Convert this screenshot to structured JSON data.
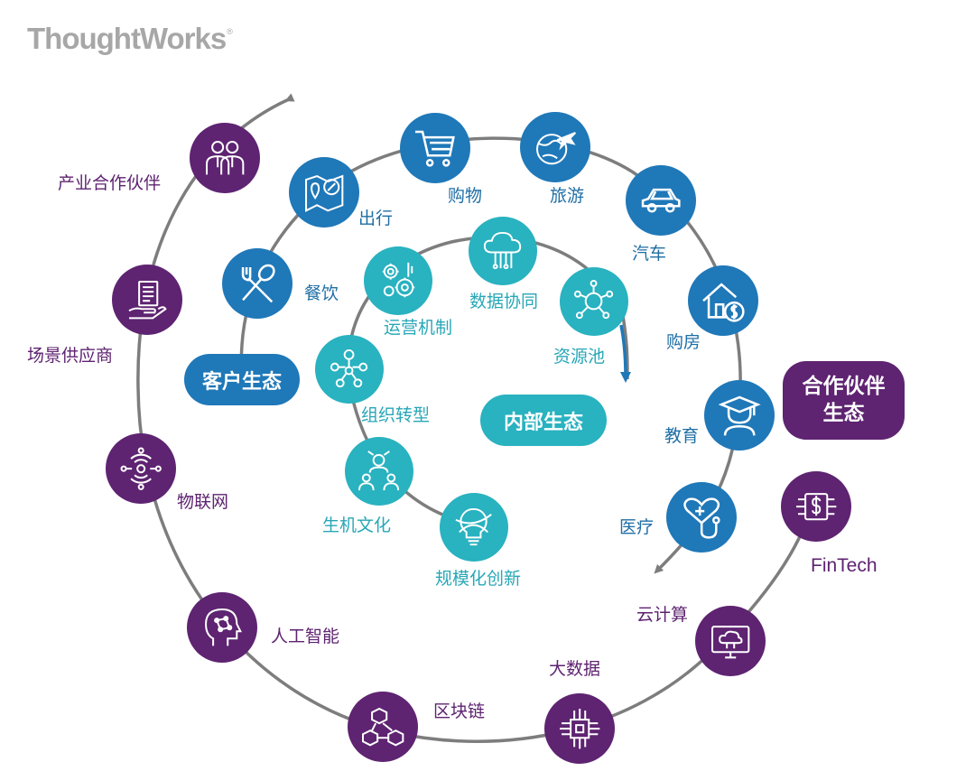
{
  "brand": {
    "name": "ThoughtWorks",
    "mark": "®"
  },
  "colors": {
    "partner": "#5e2371",
    "customer": "#1f78b8",
    "internal": "#29b2c0",
    "spiral": "#7d7d7d"
  },
  "hubs": {
    "customer": "客户生态",
    "internal": "内部生态",
    "partner_line1": "合作伙伴",
    "partner_line2": "生态"
  },
  "partner_ring": [
    {
      "label": "产业合作伙伴",
      "icon": "business-partners-icon"
    },
    {
      "label": "场景供应商",
      "icon": "hand-document-icon"
    },
    {
      "label": "物联网",
      "icon": "iot-network-icon"
    },
    {
      "label": "人工智能",
      "icon": "ai-head-icon"
    },
    {
      "label": "区块链",
      "icon": "blockchain-cubes-icon"
    },
    {
      "label": "大数据",
      "icon": "big-data-chip-icon"
    },
    {
      "label": "云计算",
      "icon": "cloud-computer-icon"
    },
    {
      "label": "FinTech",
      "icon": "fintech-chip-icon"
    }
  ],
  "customer_ring": [
    {
      "label": "餐饮",
      "icon": "fork-spoon-icon"
    },
    {
      "label": "出行",
      "icon": "map-compass-icon"
    },
    {
      "label": "购物",
      "icon": "shopping-cart-icon"
    },
    {
      "label": "旅游",
      "icon": "globe-plane-icon"
    },
    {
      "label": "汽车",
      "icon": "car-icon"
    },
    {
      "label": "购房",
      "icon": "house-dollar-icon"
    },
    {
      "label": "教育",
      "icon": "graduate-icon"
    },
    {
      "label": "医疗",
      "icon": "heart-stethoscope-icon"
    }
  ],
  "internal_ring": [
    {
      "label": "运营机制",
      "icon": "gears-icon"
    },
    {
      "label": "数据协同",
      "icon": "cloud-data-icon"
    },
    {
      "label": "资源池",
      "icon": "resource-network-icon"
    },
    {
      "label": "组织转型",
      "icon": "org-people-icon"
    },
    {
      "label": "生机文化",
      "icon": "team-culture-icon"
    },
    {
      "label": "规模化创新",
      "icon": "innovation-bulb-icon"
    }
  ]
}
